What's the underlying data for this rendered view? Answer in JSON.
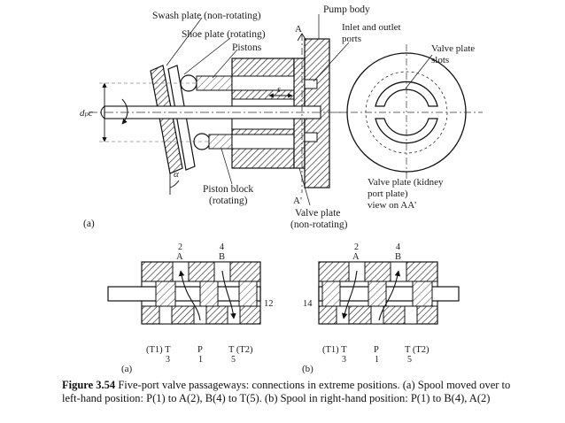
{
  "top_panel": {
    "swash_plate": "Swash plate (non-rotating)",
    "shoe_plate": "Shoe plate (rotating)",
    "pistons": "Pistons",
    "pump_body": "Pump body",
    "section_a": "A",
    "section_a_prime": "A'",
    "inlet_outlet_1": "Inlet and outlet",
    "inlet_outlet_2": "ports",
    "valve_plate_slots_1": "Valve plate",
    "valve_plate_slots_2": "slots",
    "dpc": "dₚc",
    "alpha": "α",
    "s": "s",
    "piston_block_1": "Piston block",
    "piston_block_2": "(rotating)",
    "valve_plate_non_1": "Valve plate",
    "valve_plate_non_2": "(non-rotating)",
    "kidney_1": "Valve plate (kidney",
    "kidney_2": "port plate)",
    "kidney_3": "view on AA'",
    "panel_label": "(a)"
  },
  "valve_left": {
    "port2_num": "2",
    "port2_letter": "A",
    "port4_num": "4",
    "port4_letter": "B",
    "pilot_right": "12",
    "bottom_t1": "(T1) T",
    "bottom_t1_num": "3",
    "bottom_p": "P",
    "bottom_p_num": "1",
    "bottom_t2": "T (T2)",
    "bottom_t2_num": "5",
    "label": "(a)"
  },
  "valve_right": {
    "port2_num": "2",
    "port2_letter": "A",
    "port4_num": "4",
    "port4_letter": "B",
    "pilot_left": "14",
    "bottom_t1": "(T1) T",
    "bottom_t1_num": "3",
    "bottom_p": "P",
    "bottom_p_num": "1",
    "bottom_t2": "T (T2)",
    "bottom_t2_num": "5",
    "label": "(b)"
  },
  "caption": {
    "bold": "Figure 3.54",
    "line1": " Five-port valve passageways: connections in extreme positions. (a) Spool moved over to",
    "line2": "left-hand position: P(1) to A(2), B(4) to T(5). (b) Spool in right-hand position: P(1) to B(4), A(2)"
  }
}
